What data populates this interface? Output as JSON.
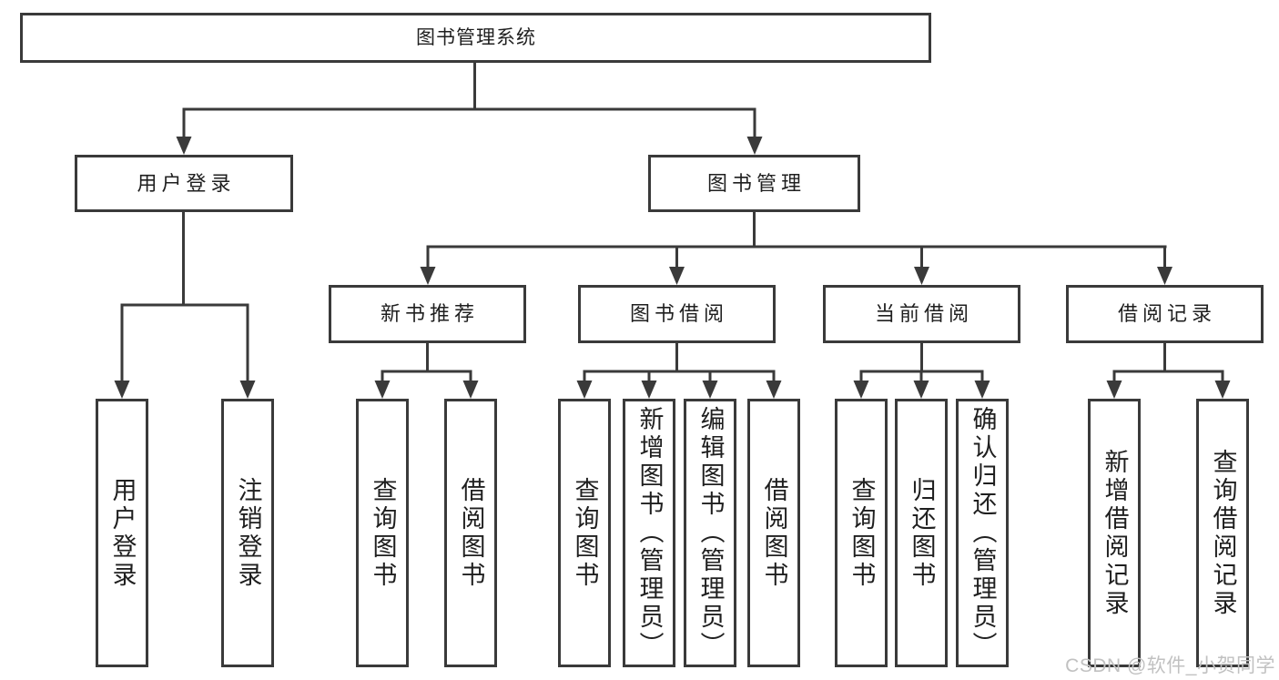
{
  "tree": {
    "root": {
      "label": "图书管理系统"
    },
    "level2": [
      {
        "label": "用户登录",
        "leaves": [
          "用户登录",
          "注销登录"
        ]
      },
      {
        "label": "图书管理",
        "sections": [
          {
            "label": "新书推荐",
            "leaves": [
              "查询图书",
              "借阅图书"
            ]
          },
          {
            "label": "图书借阅",
            "leaves": [
              "查询图书",
              "新增图书（管理员）",
              "编辑图书（管理员）",
              "借阅图书"
            ]
          },
          {
            "label": "当前借阅",
            "leaves": [
              "查询图书",
              "归还图书",
              "确认归还（管理员）"
            ]
          },
          {
            "label": "借阅记录",
            "leaves": [
              "新增借阅记录",
              "查询借阅记录"
            ]
          }
        ]
      }
    ]
  },
  "watermark": {
    "text": "CSDN @软件_小贺同学"
  },
  "colors": {
    "line": "#3a3a3a",
    "text": "#1f1f1f",
    "watermark": "#c1c1c1",
    "background": "#ffffff"
  }
}
